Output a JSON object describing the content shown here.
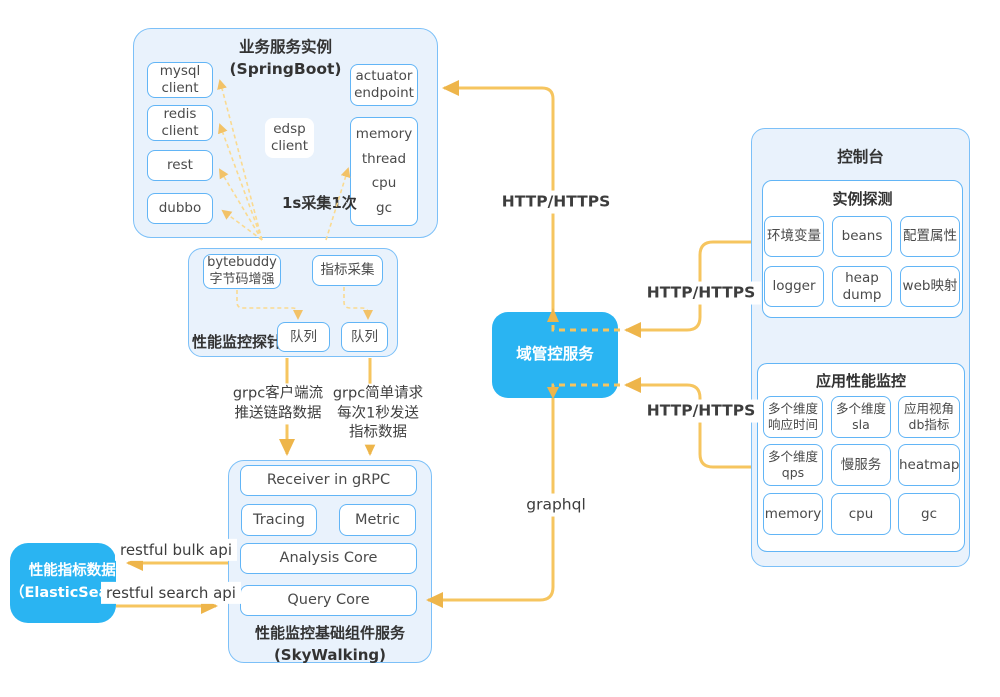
{
  "springboot": {
    "title": "业务服务实例\n(SpringBoot)",
    "mysql": "mysql\nclient",
    "redis": "redis\nclient",
    "rest": "rest",
    "dubbo": "dubbo",
    "edsp": "edsp\nclient",
    "actuator": "actuator\nendpoint",
    "metrics": [
      "memory",
      "thread",
      "cpu",
      "gc"
    ],
    "note": "1s采集1次"
  },
  "probe": {
    "title": "性能监控探针",
    "bytebuddy": "bytebuddy\n字节码增强",
    "collector": "指标采集",
    "queue_left": "队列",
    "queue_right": "队列"
  },
  "domain_service": {
    "label": "域管控服务"
  },
  "console": {
    "title": "控制台",
    "instance_probe": {
      "title": "实例探测",
      "items": [
        "环境变量",
        "beans",
        "配置属性",
        "logger",
        "heap\ndump",
        "web映射"
      ]
    },
    "apm": {
      "title": "应用性能监控",
      "items": [
        "多个维度\n响应时间",
        "多个维度\nsla",
        "应用视角\ndb指标",
        "多个维度\nqps",
        "慢服务",
        "heatmap",
        "memory",
        "cpu",
        "gc"
      ]
    }
  },
  "skywalking": {
    "receiver": "Receiver in gRPC",
    "tracing": "Tracing",
    "metric": "Metric",
    "analysis": "Analysis Core",
    "query": "Query Core",
    "title": "性能监控基础组件服务\n(SkyWalking)"
  },
  "elasticsearch": {
    "label": "性能指标数据库\n（ElasticSearch）"
  },
  "edges": {
    "http_top": "HTTP/HTTPS",
    "http_upper": "HTTP/HTTPS",
    "http_lower": "HTTP/HTTPS",
    "graphql": "graphql",
    "grpc_stream": "grpc客户端流\n推送链路数据",
    "grpc_simple": "grpc简单请求\n每次1秒发送\n指标数据",
    "bulk": "restful bulk api",
    "search": "restful search api"
  },
  "colors": {
    "accent_blue": "#2AB4F2",
    "border_blue": "#62B5F6",
    "panel_bg": "#E9F2FC",
    "arrow_yellow": "#F6C55F",
    "arrow_head": "#EEB54A",
    "dashed_yellow": "#FADA90"
  }
}
